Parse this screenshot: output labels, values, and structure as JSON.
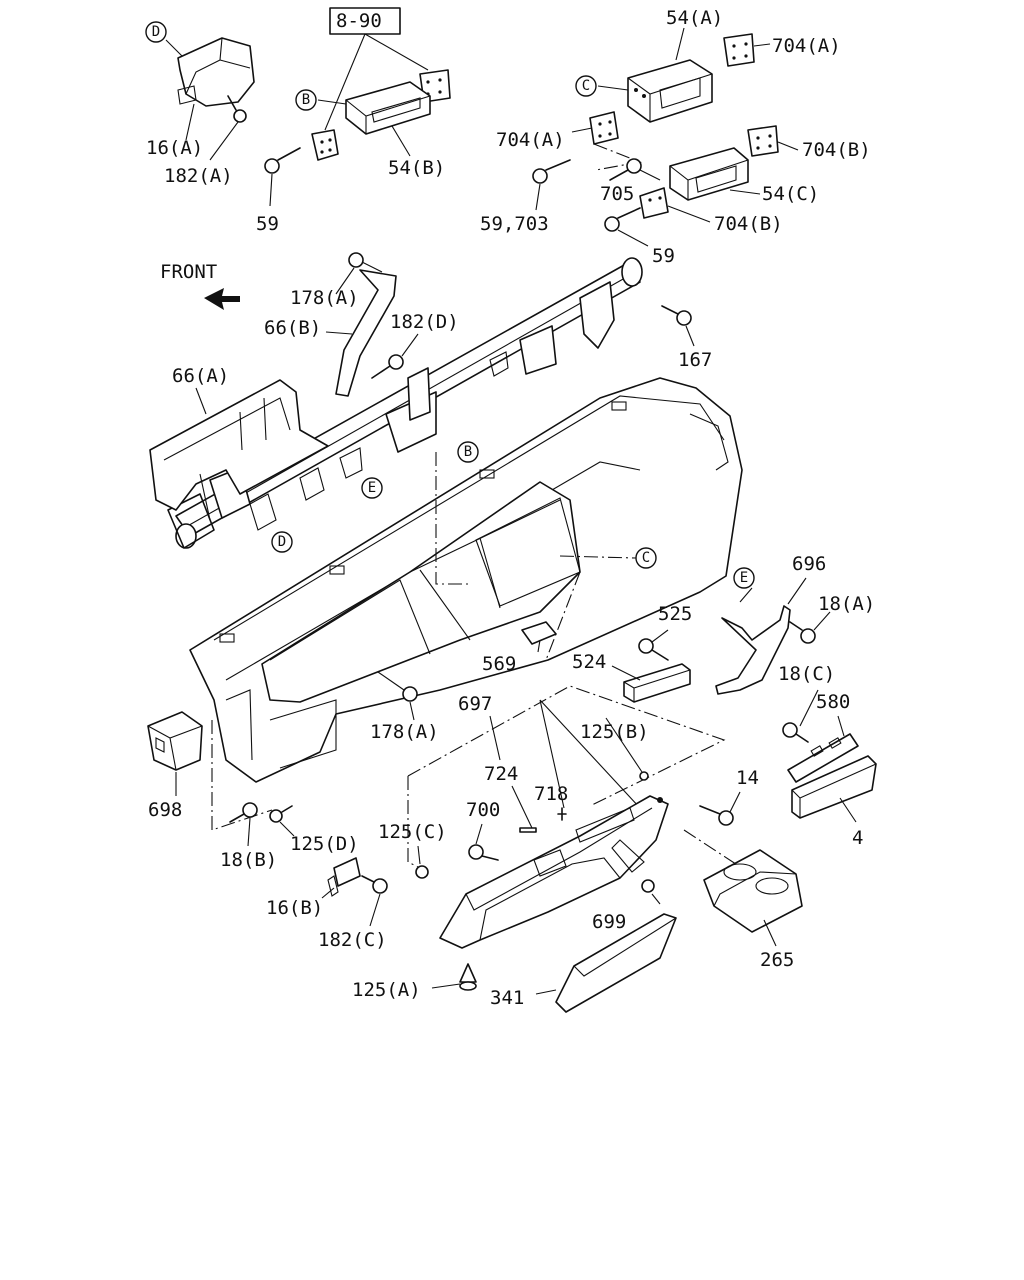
{
  "ref_box": "8-90",
  "front_label": "FRONT",
  "callouts": {
    "A": "D",
    "B": "B",
    "C": "C",
    "E": "E",
    "C2": "C",
    "B2": "B",
    "E2": "E",
    "D2": "D"
  },
  "labels": {
    "l_54A": "54(A)",
    "l_704A_top": "704(A)",
    "l_704A_mid": "704(A)",
    "l_704B_right": "704(B)",
    "l_54B": "54(B)",
    "l_54C": "54(C)",
    "l_705": "705",
    "l_704B_low": "704(B)",
    "l_59_703": "59,703",
    "l_59_right": "59",
    "l_59_left": "59",
    "l_16A": "16(A)",
    "l_182A": "182(A)",
    "l_178A_top": "178(A)",
    "l_66B": "66(B)",
    "l_182D": "182(D)",
    "l_167": "167",
    "l_66A": "66(A)",
    "l_696": "696",
    "l_18A": "18(A)",
    "l_525": "525",
    "l_524": "524",
    "l_569": "569",
    "l_18C": "18(C)",
    "l_580": "580",
    "l_178A_low": "178(A)",
    "l_697": "697",
    "l_125B": "125(B)",
    "l_724": "724",
    "l_718": "718",
    "l_14": "14",
    "l_4": "4",
    "l_700": "700",
    "l_125C": "125(C)",
    "l_698": "698",
    "l_18B": "18(B)",
    "l_125D": "125(D)",
    "l_16B": "16(B)",
    "l_182C": "182(C)",
    "l_699": "699",
    "l_265": "265",
    "l_125A": "125(A)",
    "l_341": "341"
  }
}
